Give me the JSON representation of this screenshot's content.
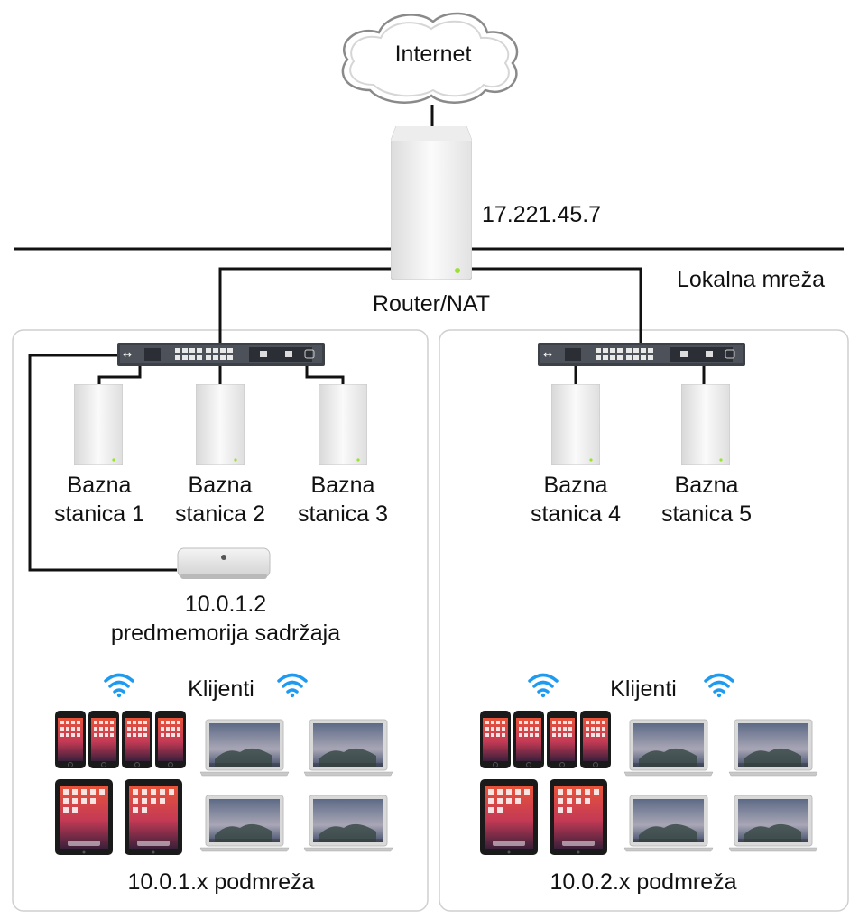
{
  "internet": {
    "label": "Internet"
  },
  "router": {
    "label": "Router/NAT",
    "public_ip": "17.221.45.7"
  },
  "wan_line_label": "Lokalna mreža",
  "subnet_left": {
    "stations": [
      {
        "line1": "Bazna",
        "line2": "stanica 1"
      },
      {
        "line1": "Bazna",
        "line2": "stanica 2"
      },
      {
        "line1": "Bazna",
        "line2": "stanica 3"
      }
    ],
    "cache": {
      "ip": "10.0.1.2",
      "label": "predmemorija sadržaja"
    },
    "clients_label": "Klijenti",
    "subnet_label": "10.0.1.x podmreža"
  },
  "subnet_right": {
    "stations": [
      {
        "line1": "Bazna",
        "line2": "stanica 4"
      },
      {
        "line1": "Bazna",
        "line2": "stanica 5"
      }
    ],
    "clients_label": "Klijenti",
    "subnet_label": "10.0.2.x podmreža"
  },
  "icons": [
    "cloud-icon",
    "router-icon",
    "switch-icon",
    "base-station-icon",
    "mac-mini-icon",
    "wifi-icon",
    "iphone-icon",
    "ipad-icon",
    "macbook-icon"
  ],
  "colors": {
    "wifi": "#1e9bf0",
    "line": "#111111",
    "panel_border": "#c9c9c9",
    "status_led": "#9be22d"
  }
}
